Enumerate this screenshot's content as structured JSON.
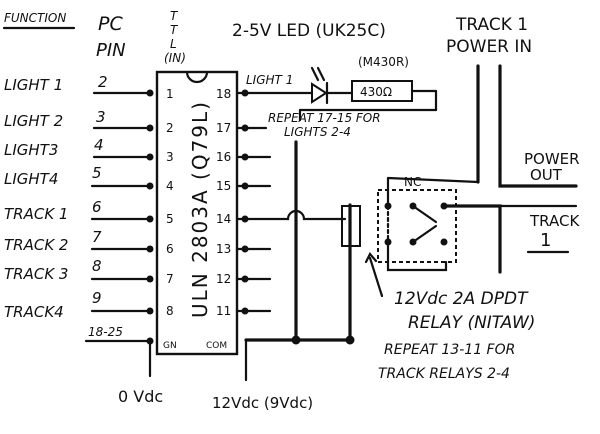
{
  "headers": {
    "function": "FUNCTION",
    "pc_pin_1": "PC",
    "pc_pin_2": "PIN",
    "ttl": [
      "T",
      "T",
      "L",
      "(IN)"
    ]
  },
  "functions": [
    {
      "label": "LIGHT 1",
      "pc_pin": "2",
      "chip_pin": "1"
    },
    {
      "label": "LIGHT 2",
      "pc_pin": "3",
      "chip_pin": "2"
    },
    {
      "label": "LIGHT3",
      "pc_pin": "4",
      "chip_pin": "3"
    },
    {
      "label": "LIGHT4",
      "pc_pin": "5",
      "chip_pin": "4"
    },
    {
      "label": "TRACK 1",
      "pc_pin": "6",
      "chip_pin": "5"
    },
    {
      "label": "TRACK 2",
      "pc_pin": "7",
      "chip_pin": "6"
    },
    {
      "label": "TRACK 3",
      "pc_pin": "8",
      "chip_pin": "7"
    },
    {
      "label": "TRACK4",
      "pc_pin": "9",
      "chip_pin": "8"
    }
  ],
  "ground": {
    "pc_pin": "18-25",
    "chip_label": "GN",
    "voltage": "0 Vdc"
  },
  "chip": {
    "name": "ULN 2803A (Q79L)",
    "right_pins": [
      "18",
      "17",
      "16",
      "15",
      "14",
      "13",
      "12",
      "11"
    ],
    "com_label": "COM"
  },
  "led": {
    "label": "2-5V LED (UK25C)",
    "output_label": "LIGHT 1"
  },
  "resistor": {
    "part": "(M430R)",
    "value": "430Ω"
  },
  "repeat_lights": [
    "REPEAT 17-15 FOR",
    "LIGHTS 2-4"
  ],
  "track_power": [
    "TRACK 1",
    "POWER IN"
  ],
  "power_out": [
    "POWER",
    "OUT"
  ],
  "track_out": [
    "TRACK",
    "1"
  ],
  "relay": {
    "nc_label": "NC",
    "desc_1": "12Vdc 2A DPDT",
    "desc_2": "RELAY (NITAW)"
  },
  "repeat_tracks": [
    "REPEAT 13-11 FOR",
    "TRACK RELAYS 2-4"
  ],
  "supply": "12Vdc (9Vdc)"
}
